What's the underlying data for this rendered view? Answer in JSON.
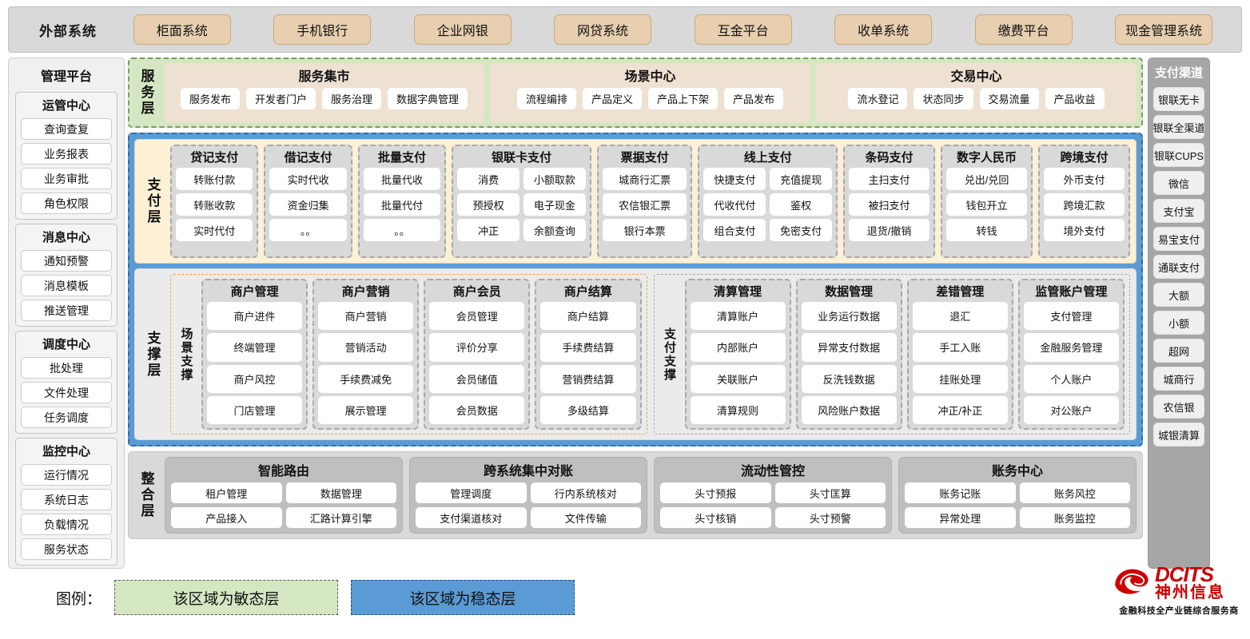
{
  "external": {
    "title": "外部系统",
    "items": [
      "柜面系统",
      "手机银行",
      "企业网银",
      "网贷系统",
      "互金平台",
      "收单系统",
      "缴费平台",
      "现金管理系统"
    ]
  },
  "left_panel": {
    "title": "管理平台",
    "groups": [
      {
        "title": "运管中心",
        "items": [
          "查询查复",
          "业务报表",
          "业务审批",
          "角色权限"
        ]
      },
      {
        "title": "消息中心",
        "items": [
          "通知预警",
          "消息模板",
          "推送管理"
        ]
      },
      {
        "title": "调度中心",
        "items": [
          "批处理",
          "文件处理",
          "任务调度"
        ]
      },
      {
        "title": "监控中心",
        "items": [
          "运行情况",
          "系统日志",
          "负载情况",
          "服务状态"
        ]
      }
    ]
  },
  "right_panel": {
    "title": "支付渠道",
    "items": [
      "银联无卡",
      "银联全渠道",
      "银联CUPS",
      "微信",
      "支付宝",
      "易宝支付",
      "通联支付",
      "大额",
      "小额",
      "超网",
      "城商行",
      "农信银",
      "城银清算"
    ]
  },
  "service_layer": {
    "label": "服务层",
    "groups": [
      {
        "title": "服务集市",
        "items": [
          "服务发布",
          "开发者门户",
          "服务治理",
          "数据字典管理"
        ]
      },
      {
        "title": "场景中心",
        "items": [
          "流程编排",
          "产品定义",
          "产品上下架",
          "产品发布"
        ]
      },
      {
        "title": "交易中心",
        "items": [
          "流水登记",
          "状态同步",
          "交易流量",
          "产品收益"
        ]
      }
    ]
  },
  "payment_layer": {
    "label": "支付层",
    "groups": [
      {
        "title": "贷记支付",
        "cols": 1,
        "items": [
          "转账付款",
          "转账收款",
          "实时代付"
        ]
      },
      {
        "title": "借记支付",
        "cols": 1,
        "items": [
          "实时代收",
          "资金归集",
          "。。"
        ]
      },
      {
        "title": "批量支付",
        "cols": 1,
        "items": [
          "批量代收",
          "批量代付",
          "。。"
        ]
      },
      {
        "title": "银联卡支付",
        "cols": 2,
        "items": [
          "消费",
          "小额取款",
          "预授权",
          "电子现金",
          "冲正",
          "余额查询"
        ]
      },
      {
        "title": "票据支付",
        "cols": 1,
        "items": [
          "城商行汇票",
          "农信银汇票",
          "银行本票"
        ]
      },
      {
        "title": "线上支付",
        "cols": 2,
        "items": [
          "快捷支付",
          "充值提现",
          "代收代付",
          "鉴权",
          "组合支付",
          "免密支付"
        ]
      },
      {
        "title": "条码支付",
        "cols": 1,
        "items": [
          "主扫支付",
          "被扫支付",
          "退货/撤销"
        ]
      },
      {
        "title": "数字人民币",
        "cols": 1,
        "items": [
          "兑出/兑回",
          "钱包开立",
          "转钱"
        ]
      },
      {
        "title": "跨境支付",
        "cols": 1,
        "items": [
          "外币支付",
          "跨境汇款",
          "境外支付"
        ]
      }
    ]
  },
  "support_layer": {
    "label": "支撑层",
    "sections": [
      {
        "label": "场景支撑",
        "groups": [
          {
            "title": "商户管理",
            "items": [
              "商户进件",
              "终端管理",
              "商户风控",
              "门店管理"
            ]
          },
          {
            "title": "商户营销",
            "items": [
              "商户营销",
              "营销活动",
              "手续费减免",
              "展示管理"
            ]
          },
          {
            "title": "商户会员",
            "items": [
              "会员管理",
              "评价分享",
              "会员储值",
              "会员数据"
            ]
          },
          {
            "title": "商户结算",
            "items": [
              "商户结算",
              "手续费结算",
              "营销费结算",
              "多级结算"
            ]
          }
        ]
      },
      {
        "label": "支付支撑",
        "groups": [
          {
            "title": "清算管理",
            "items": [
              "清算账户",
              "内部账户",
              "关联账户",
              "清算规则"
            ]
          },
          {
            "title": "数据管理",
            "items": [
              "业务运行数据",
              "异常支付数据",
              "反洗钱数据",
              "风险账户数据"
            ]
          },
          {
            "title": "差错管理",
            "items": [
              "退汇",
              "手工入账",
              "挂账处理",
              "冲正/补正"
            ]
          },
          {
            "title": "监管账户管理",
            "items": [
              "支付管理",
              "金融服务管理",
              "个人账户",
              "对公账户"
            ]
          }
        ]
      }
    ]
  },
  "integration_layer": {
    "label": "整合层",
    "groups": [
      {
        "title": "智能路由",
        "items": [
          "租户管理",
          "数据管理",
          "产品接入",
          "汇路计算引擎"
        ]
      },
      {
        "title": "跨系统集中对账",
        "items": [
          "管理调度",
          "行内系统核对",
          "支付渠道核对",
          "文件传输"
        ]
      },
      {
        "title": "流动性管控",
        "items": [
          "头寸预报",
          "头寸匡算",
          "头寸核销",
          "头寸预警"
        ]
      },
      {
        "title": "账务中心",
        "items": [
          "账务记账",
          "账务风控",
          "异常处理",
          "账务监控"
        ]
      }
    ]
  },
  "legend": {
    "label": "图例：",
    "agile": "该区域为敏态层",
    "stable": "该区域为稳态层"
  },
  "logo": {
    "en": "DCITS",
    "cn": "神州信息",
    "tagline": "金融科技全产业链综合服务商"
  },
  "colors": {
    "agile_green": "#d5e7c2",
    "stable_blue": "#5b9bd5",
    "payment_cream": "#fdf0d5",
    "external_chip": "#e8cfb0",
    "brand_red": "#cc0000"
  }
}
